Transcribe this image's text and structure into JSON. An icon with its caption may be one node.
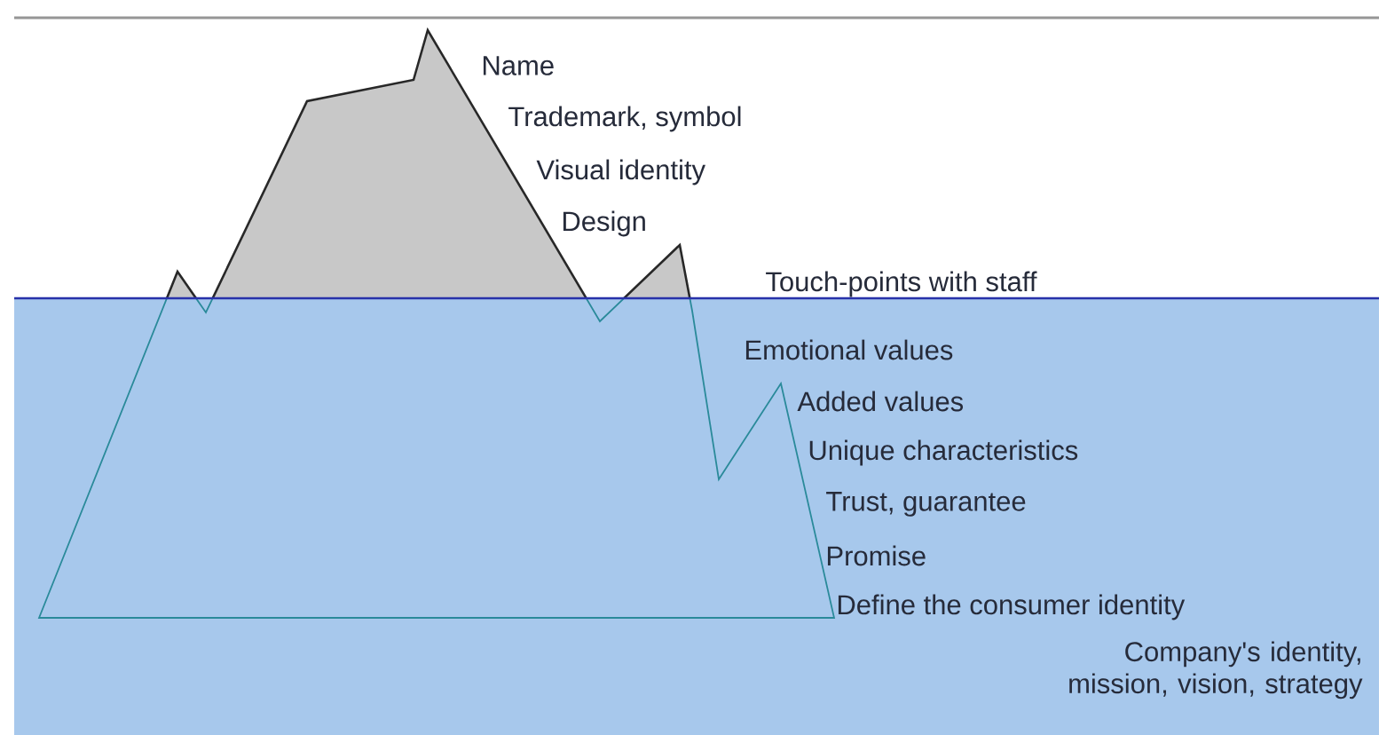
{
  "diagram": {
    "labels": [
      "Name",
      "Trademark, symbol",
      "Visual identity",
      "Design",
      "Touch-points with staff",
      "Emotional values",
      "Added values",
      "Unique characteristics",
      "Trust, guarantee",
      "Promise",
      "Define the consumer identity",
      "Company's identity, mission, vision, strategy"
    ]
  }
}
